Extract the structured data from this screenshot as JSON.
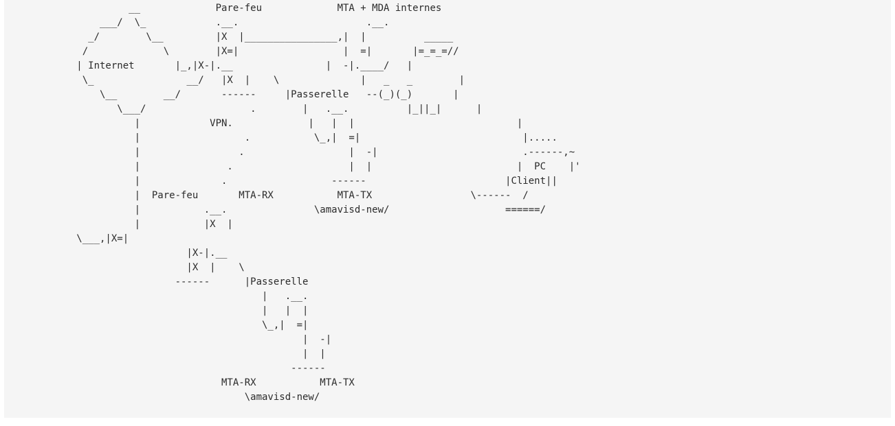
{
  "diagram": {
    "lines": [
      "                   __             Pare-feu             MTA + MDA internes",
      "              ___/  \\_            .__.                      .__.",
      "            _/        \\__         |X  |________________,|  |          _____",
      "           /             \\        |X=|                  |  =|       |=_=_=//",
      "          | Internet       |_,|X-|.__                |  -|.____/   |",
      "           \\_                __/   |X  |    \\              |   _   _        |",
      "              \\__        __/       ------     |Passerelle   --(_)(_)       |",
      "                 \\___/                  .        |   .__.          |_||_|      |",
      "                    |            VPN.             |   |  |                            |",
      "                    |                  .           \\_,|  =|                            |.....",
      "                    |                 .                  |  -|                         .------,~",
      "                    |               .                    |  |                         |  PC    |'",
      "                    |              .                  ------                        |Client||",
      "                    |  Pare-feu       MTA-RX           MTA-TX                 \\------  /",
      "                    |           .__.               \\amavisd-new/                    ======/",
      "                    |           |X  |",
      "          \\___,|X=|",
      "                             |X-|.__",
      "                             |X  |    \\",
      "                           ------      |Passerelle",
      "                                          |   .__.",
      "                                          |   |  |",
      "                                          \\_,|  =|",
      "                                                 |  -|",
      "                                                 |  |",
      "                                               ------",
      "                                   MTA-RX           MTA-TX",
      "                                       \\amavisd-new/"
    ]
  }
}
